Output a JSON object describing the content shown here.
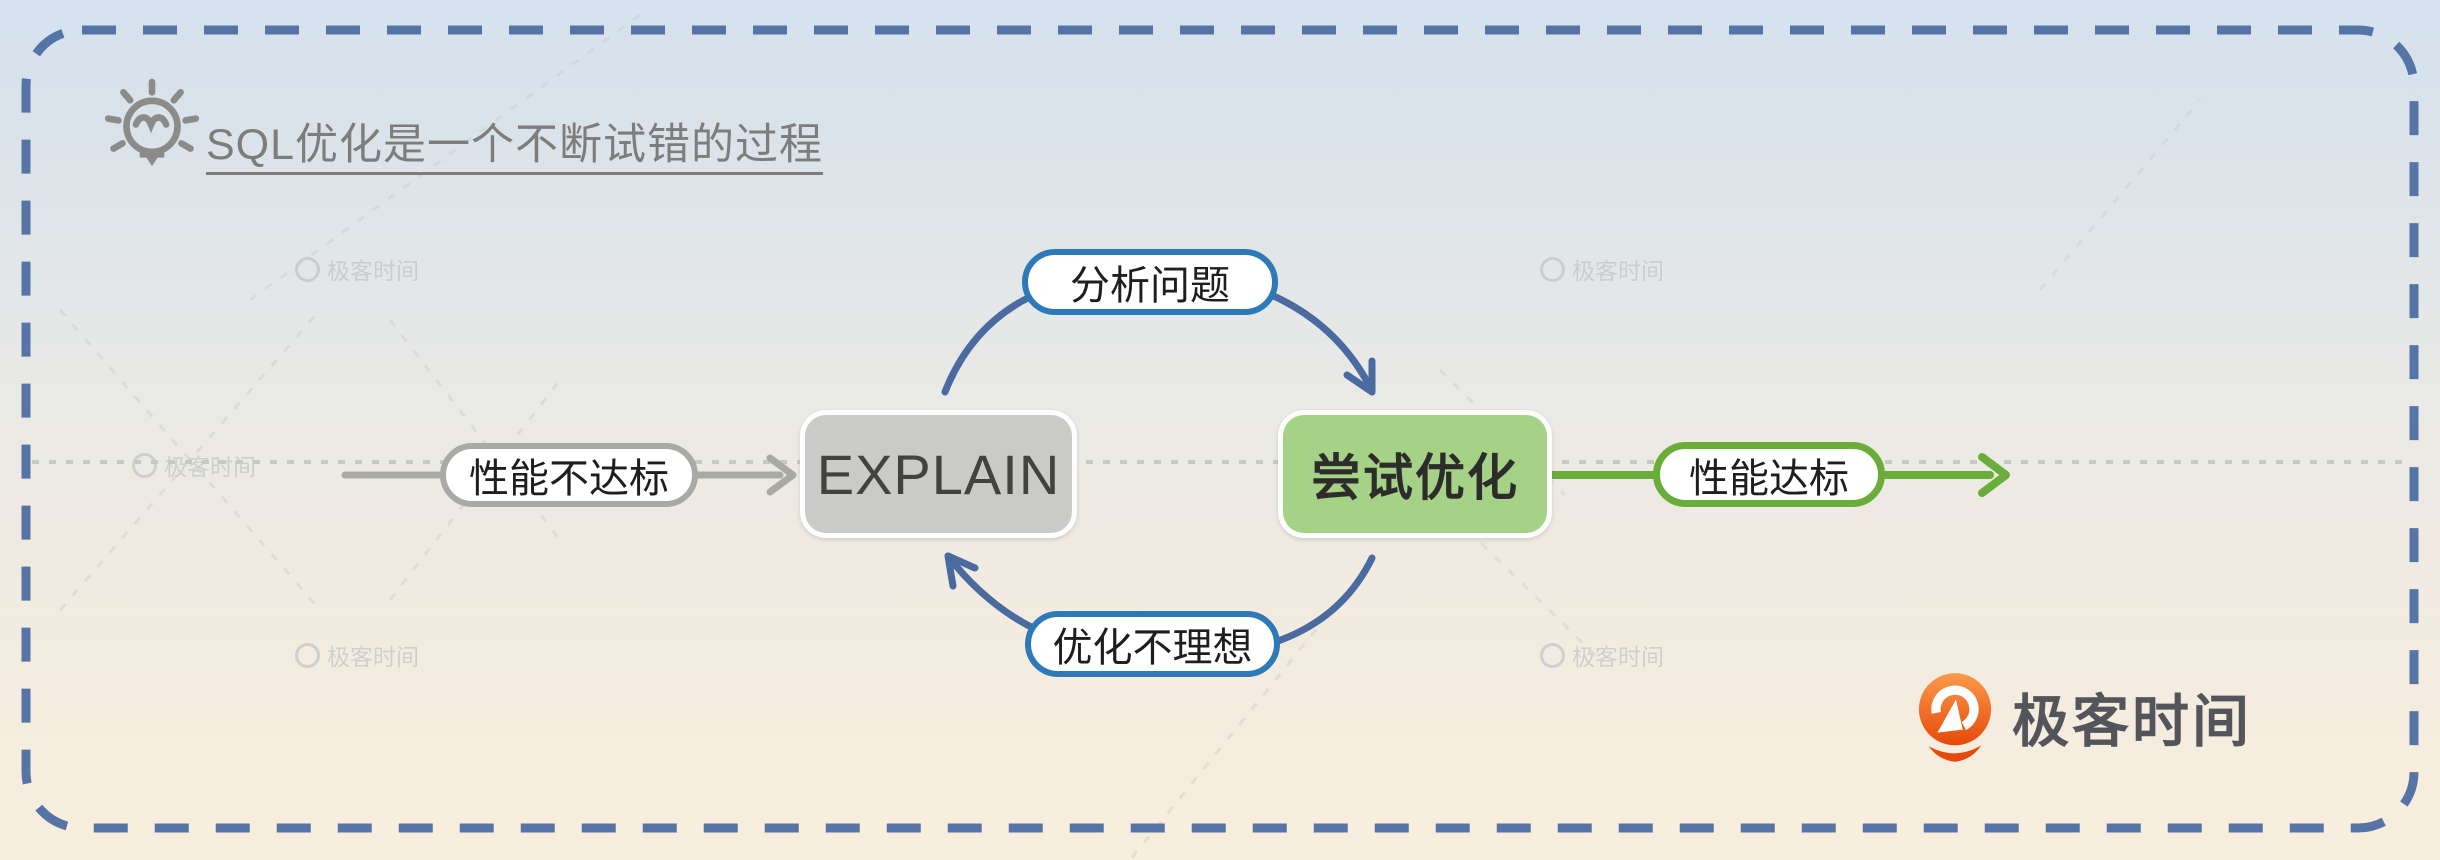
{
  "header": {
    "icon": "lightbulb-icon",
    "title": "SQL优化是一个不断试错的过程"
  },
  "diagram": {
    "type": "cyclic-flow",
    "node_explain": "EXPLAIN",
    "node_optimize": "尝试优化",
    "edge_fail": "性能不达标",
    "edge_analyze": "分析问题",
    "edge_not_ideal": "优化不理想",
    "edge_pass": "性能达标"
  },
  "watermark": {
    "text": "极客时间"
  },
  "logo": {
    "text": "极客时间"
  },
  "colors": {
    "border_dash": "#5675a6",
    "cycle_arrow_blue": "#4b6a9f",
    "pill_border_blue": "#2e79b8",
    "green_line": "#6bad3b",
    "green_node_fill": "#a6d288",
    "gray_line": "#a9a9a5",
    "gray_node_fill": "#cacac8",
    "title_gray": "#7d7d7b",
    "logo_orange": "#e64a0b",
    "bg_top": "#d5e2ee",
    "bg_bottom": "#f8eedd"
  }
}
